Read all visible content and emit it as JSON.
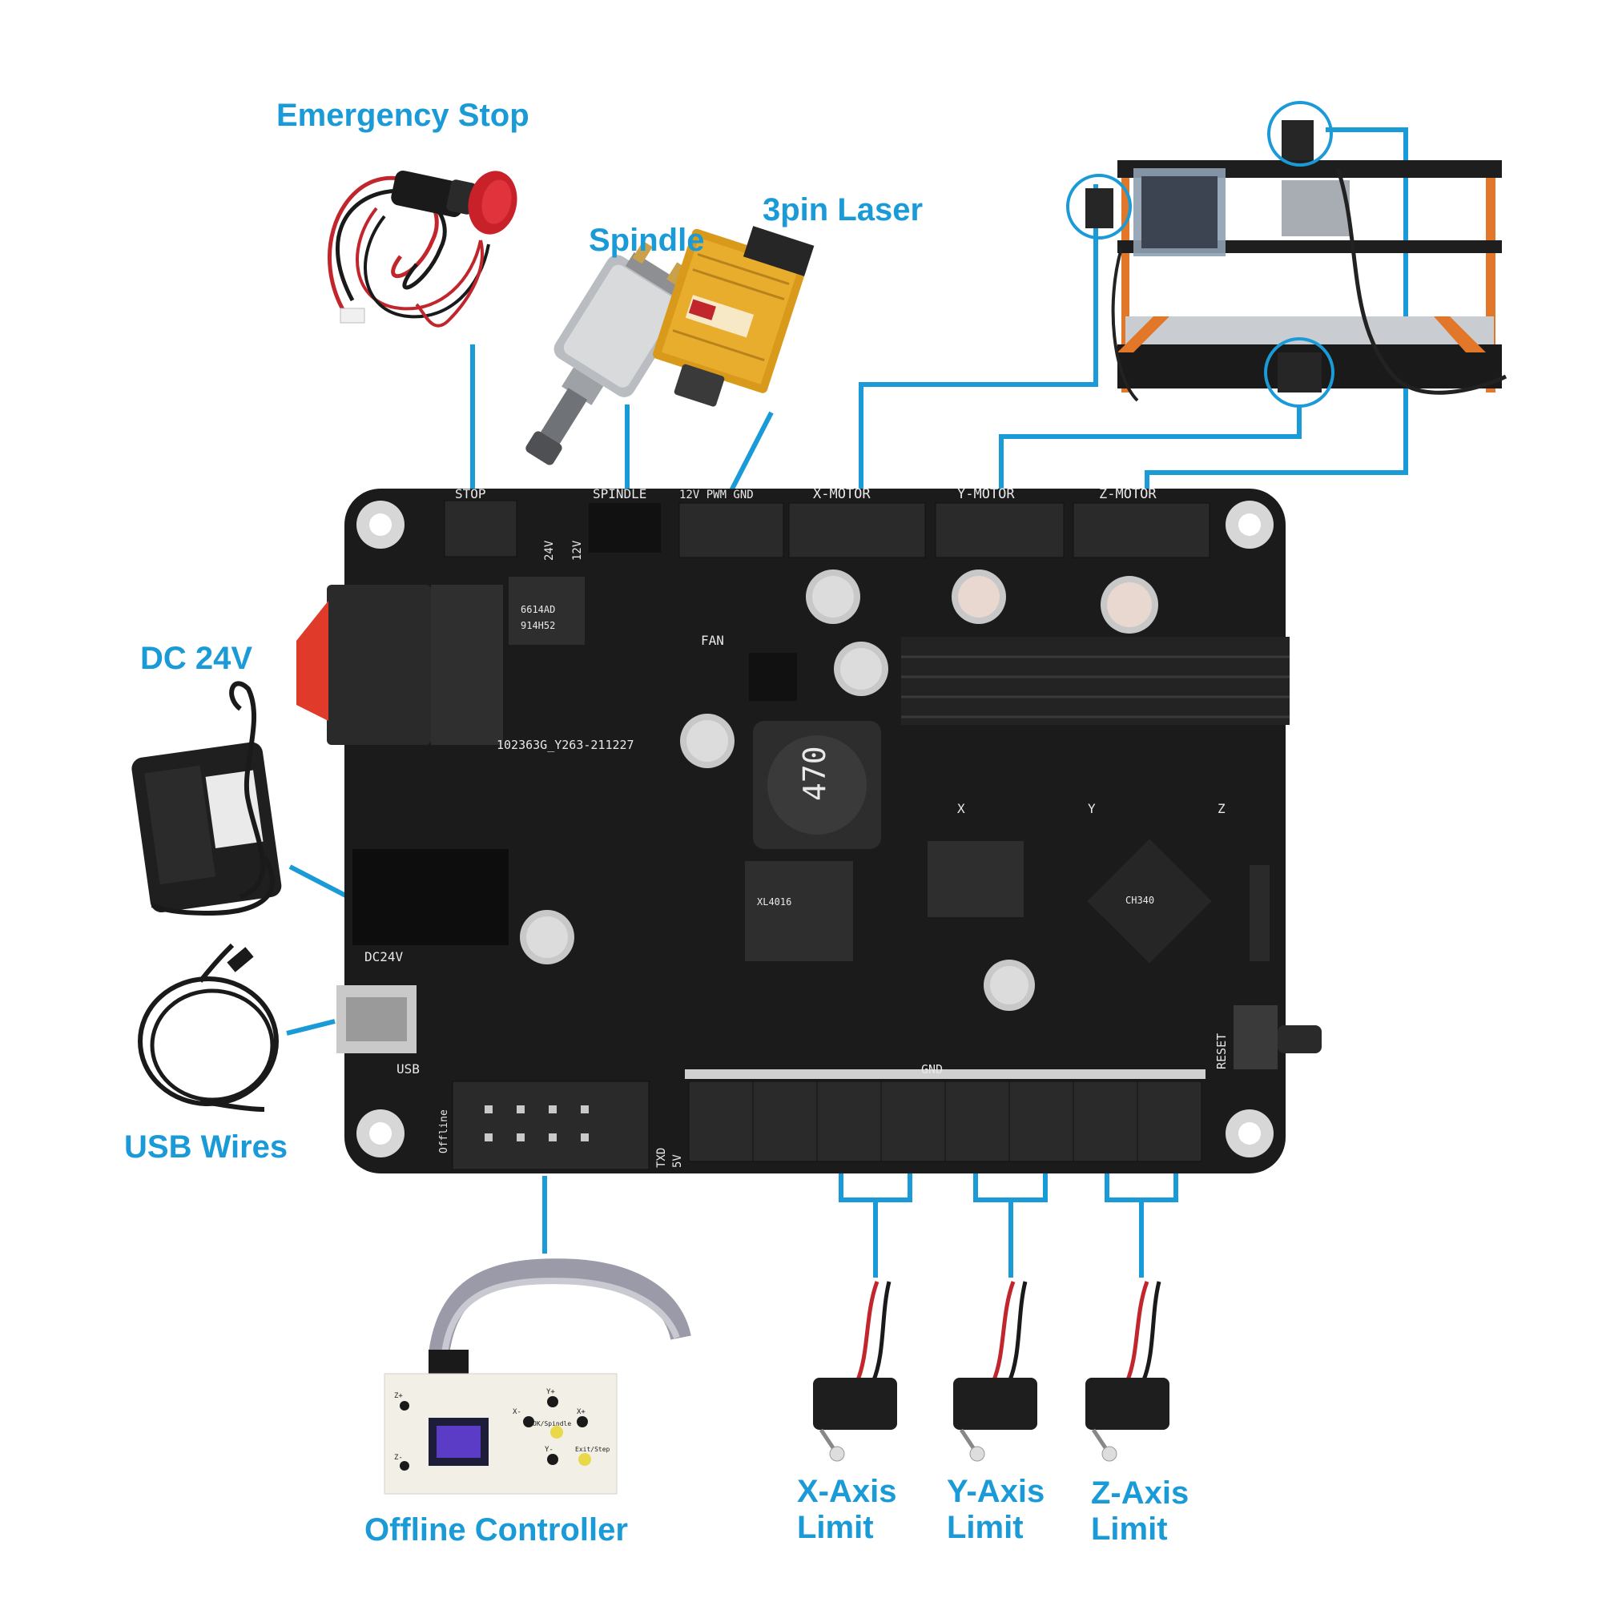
{
  "labels": {
    "emergency_stop": "Emergency Stop",
    "spindle": "Spindle",
    "laser": "3pin Laser",
    "dc24v": "DC 24V",
    "usb_wires": "USB Wires",
    "offline_controller": "Offline Controller",
    "x_axis_limit": [
      "X-Axis",
      "Limit"
    ],
    "y_axis_limit": [
      "Y-Axis",
      "Limit"
    ],
    "z_axis_limit": [
      "Z-Axis",
      "Limit"
    ]
  },
  "board": {
    "header_stop": "STOP",
    "header_spindle": "SPINDLE",
    "header_laser": "12V PWM GND",
    "header_x_motor": "X-MOTOR",
    "header_y_motor": "Y-MOTOR",
    "header_z_motor": "Z-MOTOR",
    "fan": "FAN",
    "v24": "24V",
    "v12": "12V",
    "dc24v": "DC24V",
    "usb": "USB",
    "reset": "RESET",
    "gnd": "GND",
    "txd": "TXD",
    "v5": "5V",
    "offline": "Offline",
    "board_id": "102363G_Y263-211227",
    "inductor": "470",
    "axis_x": "X",
    "axis_y": "Y",
    "axis_z": "Z",
    "chip_1": "6614AD",
    "chip_1b": "914H52",
    "chip_2": "XL4016",
    "chip_3": "CH340"
  },
  "controller": {
    "z_plus": "Z+",
    "z_minus": "Z-",
    "y_plus": "Y+",
    "y_minus": "Y-",
    "x_plus": "X+",
    "x_minus": "X-",
    "ok_spindle": "OK/Spindle",
    "exit_step": "Exit/Step"
  },
  "colors": {
    "accent": "#1a9ad6",
    "pcb": "#1b1b1b",
    "frame_orange": "#e2772a",
    "laser_gold": "#d99a1c"
  }
}
